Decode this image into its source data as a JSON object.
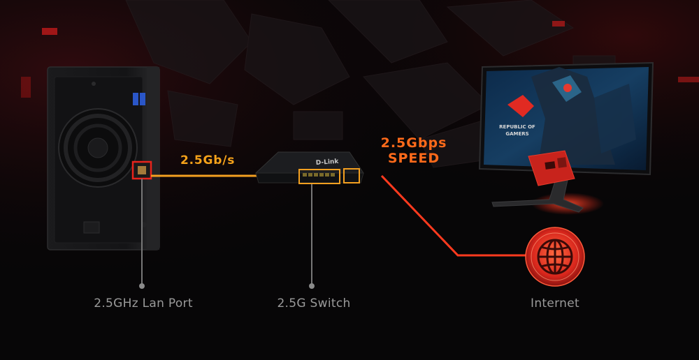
{
  "labels": {
    "nas_port": "2.5GHz Lan Port",
    "switch": "2.5G Switch",
    "internet": "Internet"
  },
  "speeds": {
    "link": "2.5Gb/s",
    "speed_line1": "2.5Gbps",
    "speed_line2": "SPEED"
  },
  "devices": {
    "switch_brand": "D-Link",
    "monitor_logo_line1": "REPUBLIC OF",
    "monitor_logo_line2": "GAMERS"
  },
  "colors": {
    "nas_link": "#f4a020",
    "internet_link": "#ff3a1e",
    "port_highlight_red": "#e8241c",
    "port_highlight_orange": "#f4a020",
    "label_gray": "#9a9a9a"
  }
}
